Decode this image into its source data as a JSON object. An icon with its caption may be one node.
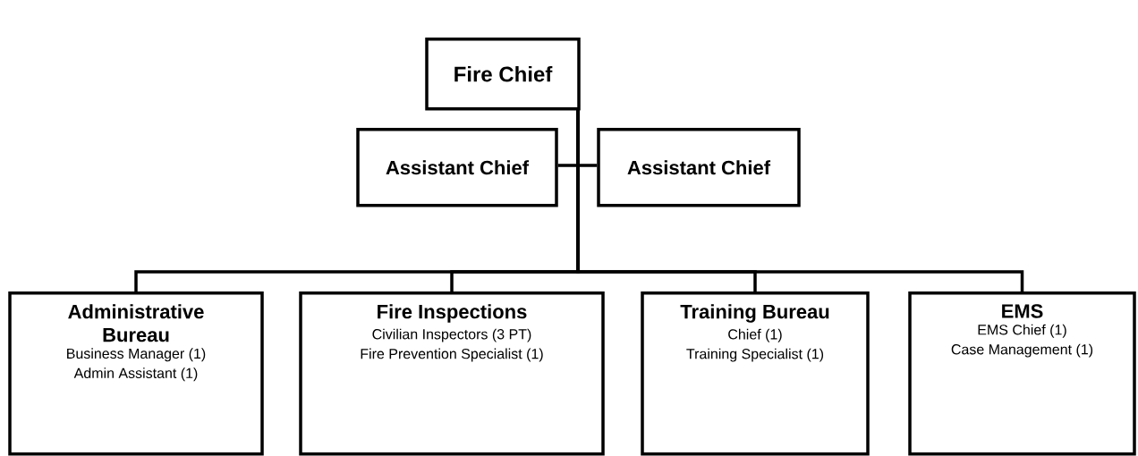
{
  "diagram": {
    "nodes": [
      {
        "text": [
          "Fire Chief"
        ]
      },
      {
        "text": [
          "Assistant Chief"
        ]
      },
      {
        "text": [
          "Assistant Chief"
        ]
      },
      {
        "text": [
          "Administrative Bureau",
          "Business Manager (1)",
          "Admin Assistant (1)"
        ]
      },
      {
        "text": [
          "Fire Inspections",
          "Civilian Inspectors (3 PT)",
          "Fire Prevention Specialist (1)"
        ]
      },
      {
        "text": [
          "Training Bureau",
          "Chief (1)",
          "Training Specialist (1)"
        ]
      },
      {
        "text": [
          "EMS",
          "EMS Chief (1)",
          "Case Management (1)"
        ]
      }
    ],
    "edges": [
      {
        "from": 0,
        "to": 1,
        "arrow": "none"
      },
      {
        "from": 0,
        "to": 2,
        "arrow": "none"
      },
      {
        "from": 0,
        "to": 3,
        "arrow": "none"
      },
      {
        "from": 0,
        "to": 4,
        "arrow": "none"
      },
      {
        "from": 0,
        "to": 5,
        "arrow": "none"
      },
      {
        "from": 0,
        "to": 6,
        "arrow": "none"
      }
    ]
  }
}
